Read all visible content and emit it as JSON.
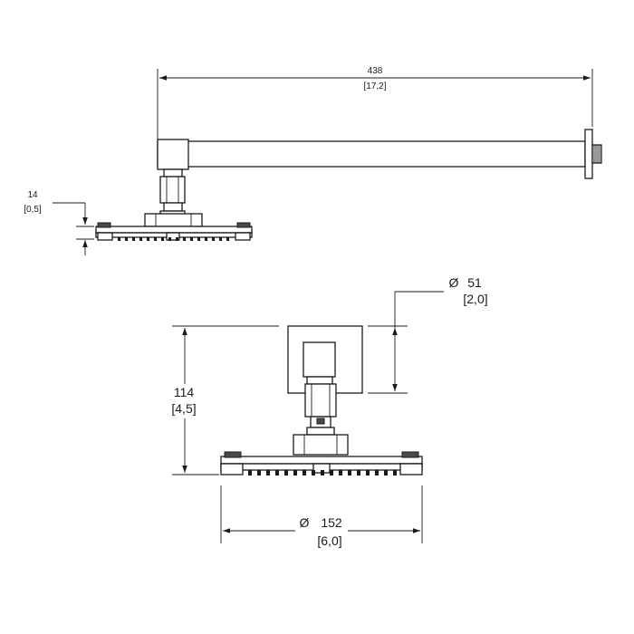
{
  "dimensions": {
    "arm_length": {
      "mm": "438",
      "inch": "[17,2]"
    },
    "head_thickness": {
      "mm": "14",
      "inch": "[0,5]"
    },
    "flange_diameter": {
      "symbol": "Ø",
      "mm": "51",
      "inch": "[2,0]"
    },
    "total_height": {
      "mm": "114",
      "inch": "[4,5]"
    },
    "head_diameter": {
      "symbol": "Ø",
      "mm": "152",
      "inch": "[6,0]"
    }
  },
  "colors": {
    "line": "#1a1a1a",
    "fill": "#ffffff",
    "dark_fill": "#4a4a4a"
  }
}
